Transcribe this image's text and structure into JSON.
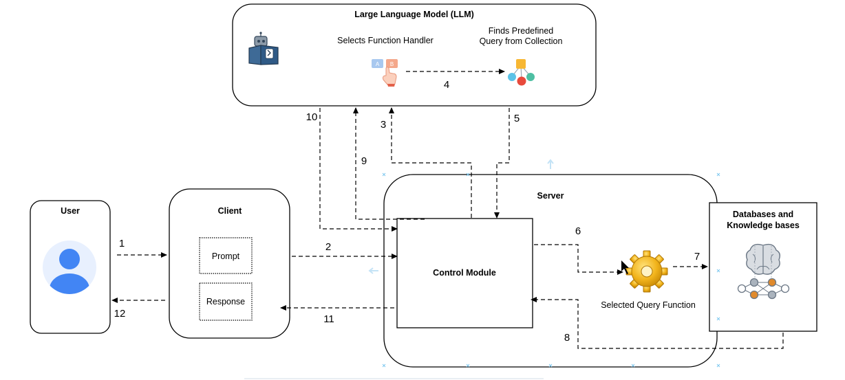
{
  "llm": {
    "title": "Large Language Model (LLM)",
    "selects_line1": "Selects Function Handler",
    "finds_line1": "Finds Predefined",
    "finds_line2": "Query from Collection"
  },
  "user": {
    "title": "User"
  },
  "client": {
    "title": "Client",
    "prompt": "Prompt",
    "response": "Response"
  },
  "server": {
    "title": "Server",
    "control_module": "Control Module",
    "selected_query": "Selected Query Function"
  },
  "databases": {
    "title_line1": "Databases and",
    "title_line2": "Knowledge bases"
  },
  "steps": {
    "s1": "1",
    "s2": "2",
    "s3": "3",
    "s4": "4",
    "s5": "5",
    "s6": "6",
    "s7": "7",
    "s8": "8",
    "s9": "9",
    "s10": "10",
    "s11": "11",
    "s12": "12"
  },
  "icons": {
    "robot": "robot-reading-book-icon",
    "selector": "hand-selecting-ab-icon",
    "network": "node-network-icon",
    "gear": "gear-icon",
    "brain": "brain-network-icon",
    "avatar": "user-avatar-icon"
  },
  "colors": {
    "avatar_bg": "#e8f0fe",
    "avatar_fg": "#4285f4",
    "gear": "#f2b41c"
  }
}
